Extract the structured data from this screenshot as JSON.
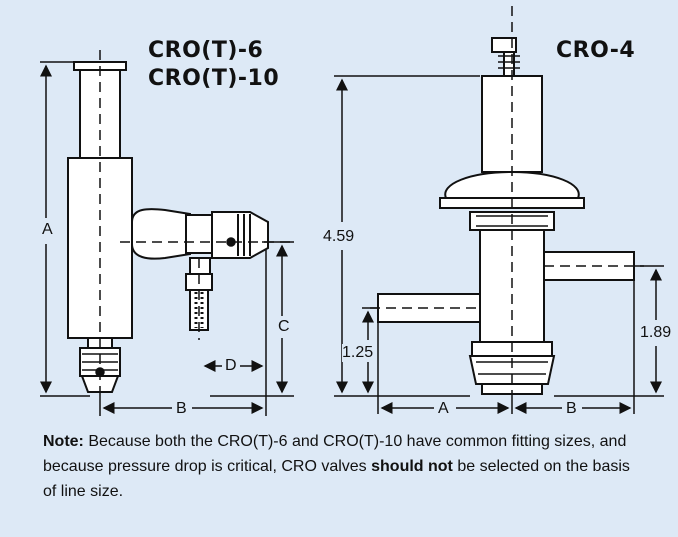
{
  "titles": {
    "left_model_1": "CRO(T)-6",
    "left_model_2": "CRO(T)-10",
    "right_model": "CRO-4"
  },
  "dimensions": {
    "left_a": "A",
    "left_b": "B",
    "left_c": "C",
    "left_d": "D",
    "right_height": "4.59",
    "right_low": "1.25",
    "right_high": "1.89",
    "right_a": "A",
    "right_b": "B"
  },
  "note": {
    "label": "Note:",
    "text_1": " Because both the CRO(T)-6 and CRO(T)-10 have common fitting sizes, and because pressure drop is critical, CRO valves ",
    "emphasis": "should not",
    "text_2": " be selected on the basis of line size."
  },
  "colors": {
    "background": "#dde9f6",
    "line": "#111111",
    "body_fill": "#ffffff"
  }
}
